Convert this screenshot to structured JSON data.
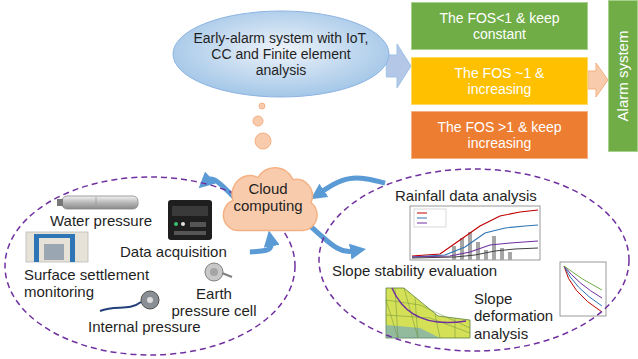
{
  "diagram": {
    "nodes": [
      {
        "text": [
          "Early-alarm system with IoT, CC and Finite element analysis"
        ]
      },
      {
        "text": [
          "The FOS<1 & keep constant"
        ]
      },
      {
        "text": [
          "The FOS ~1 & increasing"
        ]
      },
      {
        "text": [
          "The FOS >1 & keep increasing"
        ]
      },
      {
        "text": [
          "Alarm system"
        ]
      },
      {
        "text": [
          "Cloud computing"
        ]
      },
      {
        "text": [
          "Water pressure",
          "Data acquisition",
          "Surface settlement monitoring",
          "Earth pressure cell",
          "Internal pressure"
        ]
      },
      {
        "text": [
          "Rainfall data analysis",
          "Slope stability evaluation",
          "Slope deformation analysis"
        ]
      }
    ],
    "edges": [
      {
        "from": 0,
        "to": 2,
        "arrow": "to"
      },
      {
        "from": 2,
        "to": 4,
        "arrow": "to"
      },
      {
        "from": 5,
        "to": 6,
        "arrow": "to"
      },
      {
        "from": 6,
        "to": 5,
        "arrow": "to"
      },
      {
        "from": 7,
        "to": 5,
        "arrow": "to"
      },
      {
        "from": 5,
        "to": 7,
        "arrow": "to"
      }
    ]
  }
}
